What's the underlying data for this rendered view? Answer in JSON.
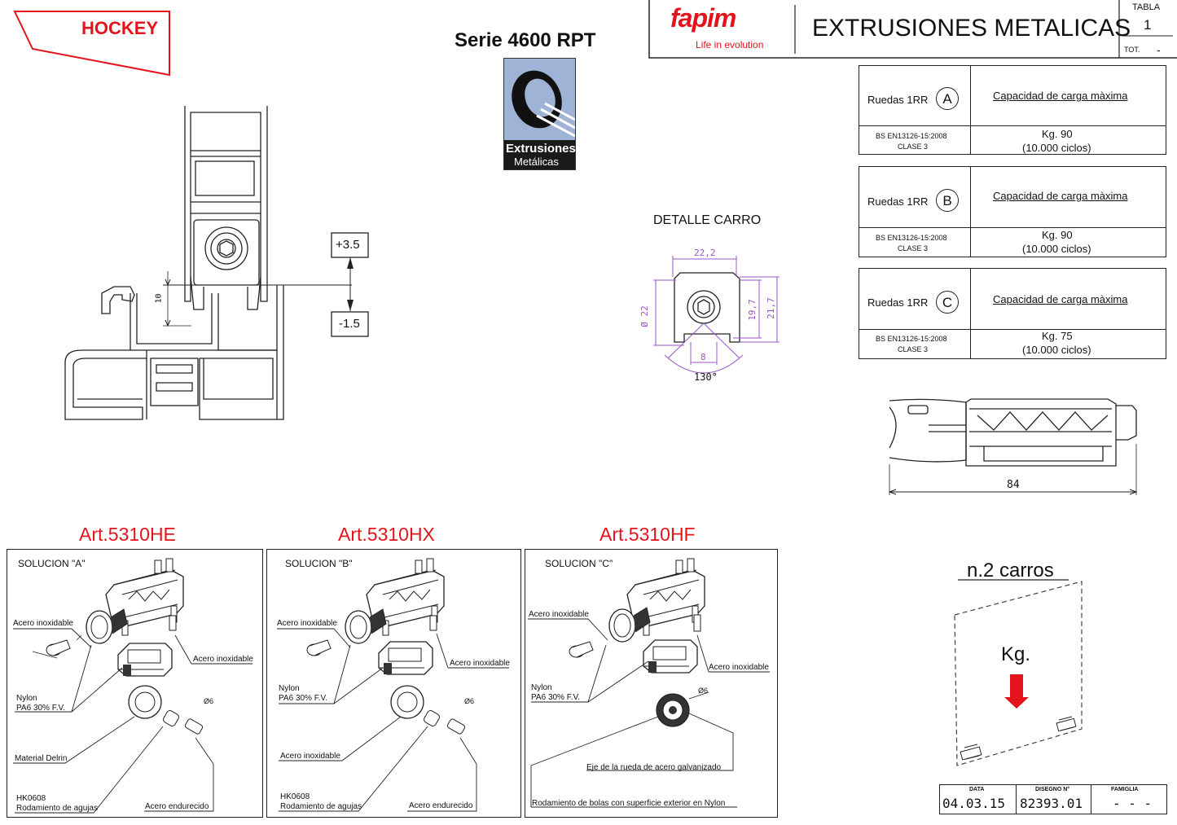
{
  "brand": "HOCKEY",
  "series_title": "Serie 4600 RPT",
  "extrusiones_logo": {
    "line1": "Extrusiones",
    "line2": "Metálicas"
  },
  "fapim_logo": {
    "name": "fapim",
    "tagline": "Life in evolution"
  },
  "header": {
    "title": "EXTRUSIONES METALICAS",
    "tabla_label": "TABLA",
    "tabla_value": "1",
    "tot_label": "TOT.",
    "tot_value": "-"
  },
  "profile": {
    "dim_10": "10",
    "plus": "+3.5",
    "minus": "-1.5"
  },
  "detalle": {
    "title": "DETALLE CARRO",
    "w1": "22,2",
    "h1": "19,7",
    "h2": "21,7",
    "d": "Ø 22",
    "w2": "8",
    "angle": "130°"
  },
  "load_tables": [
    {
      "rueda": "Ruedas 1RR",
      "letter": "A",
      "cap": "Capacidad de carga màxima",
      "norm": "BS EN13126-15:2008",
      "clase": "CLASE 3",
      "kg": "Kg. 90",
      "cycles": "(10.000 ciclos)"
    },
    {
      "rueda": "Ruedas 1RR",
      "letter": "B",
      "cap": "Capacidad de carga màxima",
      "norm": "BS EN13126-15:2008",
      "clase": "CLASE 3",
      "kg": "Kg. 90",
      "cycles": "(10.000 ciclos)"
    },
    {
      "rueda": "Ruedas 1RR",
      "letter": "C",
      "cap": "Capacidad de carga màxima",
      "norm": "BS EN13126-15:2008",
      "clase": "CLASE 3",
      "kg": "Kg. 75",
      "cycles": "(10.000 ciclos)"
    }
  ],
  "carro_length": "84",
  "articles": [
    {
      "art": "Art.5310HE",
      "sol": "SOLUCION  \"A\"",
      "l1": "Acero inoxidable",
      "l2": "Acero inoxidable",
      "l3a": "Nylon",
      "l3b": "PA6 30% F.V.",
      "l4": "Material Delrin",
      "l5": "Ø6",
      "l6a": "HK0608",
      "l6b": "Rodamiento de agujas",
      "l7": "Acero endurecido"
    },
    {
      "art": "Art.5310HX",
      "sol": "SOLUCION  \"B\"",
      "l1": "Acero inoxidable",
      "l2": "Acero inoxidable",
      "l3a": "Nylon",
      "l3b": "PA6 30% F.V.",
      "l4": "Acero inoxidable",
      "l5": "Ø6",
      "l6a": "HK0608",
      "l6b": "Rodamiento de agujas",
      "l7": "Acero endurecido"
    },
    {
      "art": "Art.5310HF",
      "sol": "SOLUCION  \"C\"",
      "l1": "Acero inoxidable",
      "l2": "Acero inoxidable",
      "l3a": "Nylon",
      "l3b": "PA6 30% F.V.",
      "l5": "Ø6",
      "l8": "Eje de la rueda de acero galvanizado",
      "l9": "Rodamiento de bolas con superficie exterior en Nylon"
    }
  ],
  "carros": {
    "title": "n.2 carros",
    "kg": "Kg."
  },
  "footer": {
    "data_label": "DATA",
    "data_value": "04.03.15",
    "disegno_label": "DISEGNO N°",
    "disegno_value": "82393.01",
    "famiglia_label": "FAMIGLIA",
    "famiglia_value": "- - -"
  },
  "colors": {
    "red": "#e3141b",
    "purple": "#9b55c8",
    "ink": "#222222"
  }
}
